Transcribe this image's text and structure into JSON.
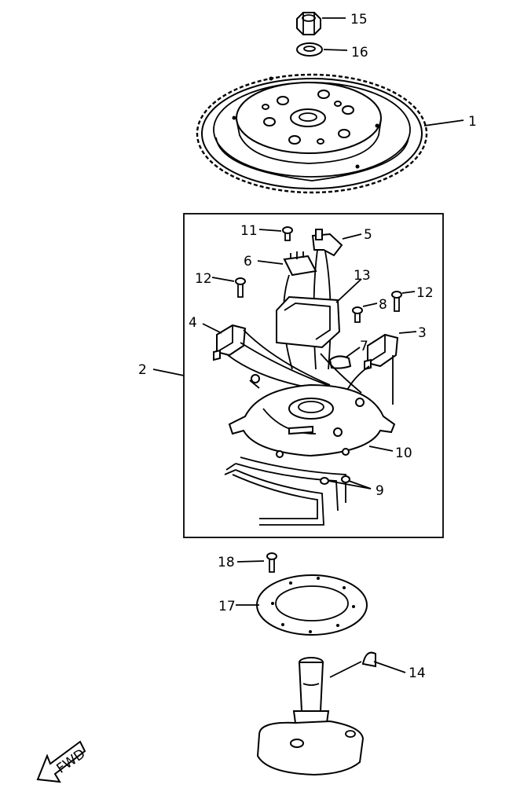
{
  "callouts": {
    "c1": "1",
    "c2": "2",
    "c3": "3",
    "c4": "4",
    "c5": "5",
    "c6": "6",
    "c7": "7",
    "c8": "8",
    "c9": "9",
    "c10": "10",
    "c11": "11",
    "c12a": "12",
    "c12b": "12",
    "c13": "13",
    "c14": "14",
    "c15": "15",
    "c16": "16",
    "c17": "17",
    "c18": "18"
  },
  "fwd_label": "FWD",
  "colors": {
    "ink": "#000000",
    "paper": "#ffffff"
  }
}
